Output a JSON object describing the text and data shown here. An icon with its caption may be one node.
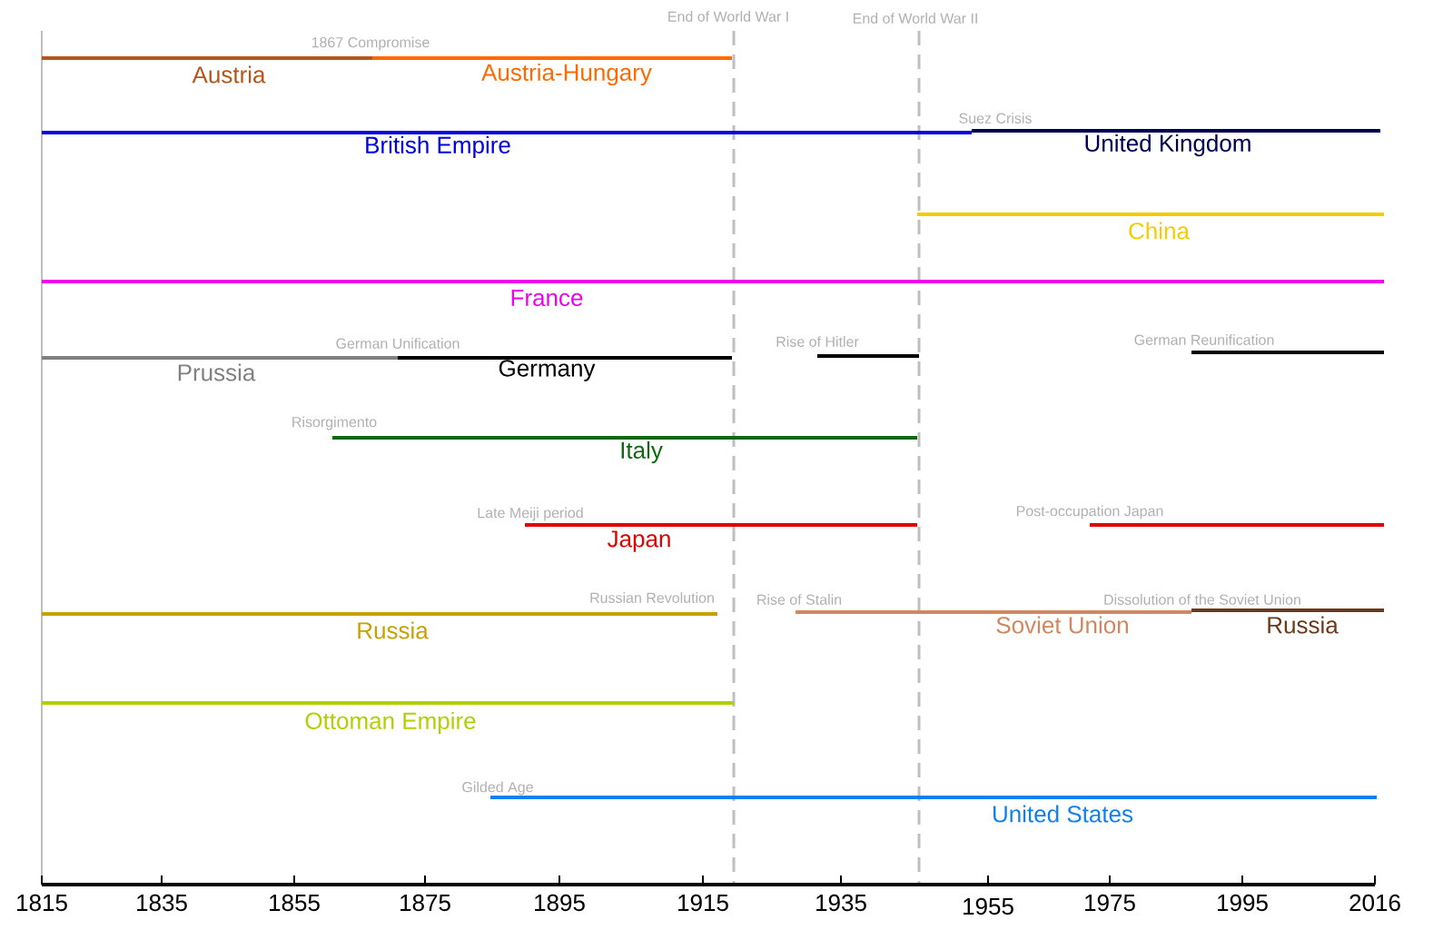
{
  "diagram": {
    "nodes": [
      {
        "text": [
          "Austria"
        ]
      },
      {
        "text": [
          "Austria-Hungary"
        ],
        "beside": [
          "1867 Compromise"
        ]
      },
      {
        "text": [
          "British Empire"
        ]
      },
      {
        "text": [
          "United Kingdom"
        ],
        "beside": [
          "Suez Crisis"
        ]
      },
      {
        "text": [
          "China"
        ]
      },
      {
        "text": [
          "France"
        ]
      },
      {
        "text": [
          "Prussia"
        ]
      },
      {
        "text": [
          "Germany"
        ],
        "beside": [
          "German Unification"
        ]
      },
      {
        "text": [],
        "shape": "bar",
        "beside": [
          "Rise of Hitler"
        ]
      },
      {
        "text": [],
        "shape": "bar",
        "beside": [
          "German Reunification"
        ]
      },
      {
        "text": [
          "Italy"
        ],
        "beside": [
          "Risorgimento"
        ]
      },
      {
        "text": [
          "Japan"
        ],
        "beside": [
          "Late Meiji period"
        ]
      },
      {
        "text": [],
        "shape": "bar",
        "beside": [
          "Post-occupation Japan"
        ]
      },
      {
        "text": [
          "Russia"
        ],
        "beside": [
          "Russian Revolution"
        ]
      },
      {
        "text": [
          "Soviet Union"
        ],
        "beside": [
          "Rise of Stalin"
        ]
      },
      {
        "text": [
          "Russia"
        ],
        "beside": [
          "Dissolution of the Soviet Union"
        ]
      },
      {
        "text": [
          "Ottoman Empire"
        ]
      },
      {
        "text": [
          "United States"
        ],
        "beside": [
          "Gilded Age"
        ]
      }
    ],
    "labels": [
      "End of World War I",
      "End of World War II",
      "1815",
      "1835",
      "1855",
      "1875",
      "1895",
      "1915",
      "1935",
      "1955",
      "1975",
      "1995",
      "2016"
    ]
  }
}
